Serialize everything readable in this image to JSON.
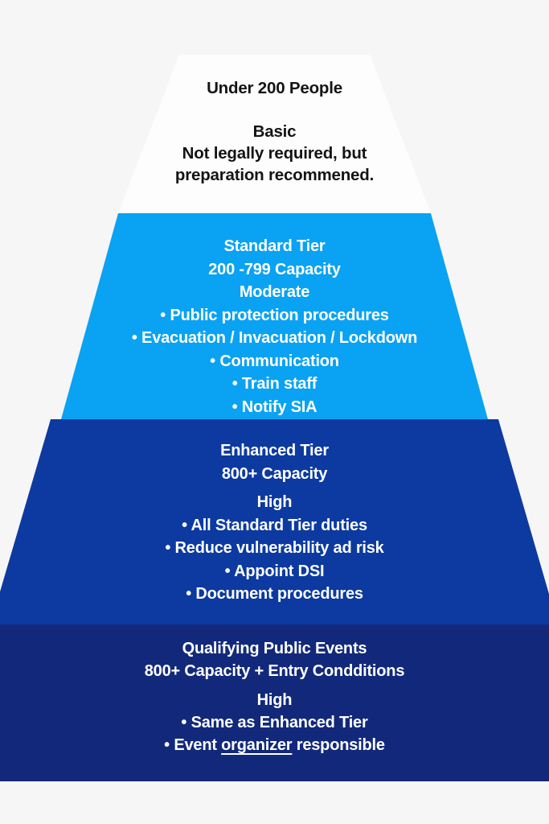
{
  "diagram": {
    "title_semantic": "event-capacity-tier-pyramid",
    "background_color": "#f6f6f6",
    "tiers": [
      {
        "id": "basic",
        "fill": "#fdfdfd",
        "text_color": "#141414",
        "capacity": "Under 200 People",
        "tier_name": "Basic",
        "lines": [
          "Under 200 People",
          "Basic",
          "Not legally required, but",
          "preparation recommened."
        ]
      },
      {
        "id": "standard",
        "fill": "#0aa2f3",
        "text_color": "#ffffff",
        "tier_name": "Standard Tier",
        "capacity": "200 -799 Capacity",
        "risk_level": "Moderate",
        "bullets": [
          "• Public protection procedures",
          "• Evacuation / Invacuation / Lockdown",
          "• Communication",
          "• Train staff",
          "• Notify SIA"
        ]
      },
      {
        "id": "enhanced",
        "fill": "#0c3aa0",
        "text_color": "#ffffff",
        "tier_name": "Enhanced Tier",
        "capacity": "800+ Capacity",
        "risk_level": "High",
        "bullets": [
          "• All Standard Tier duties",
          "• Reduce vulnerability ad risk",
          "• Appoint DSI",
          "• Document procedures"
        ]
      },
      {
        "id": "qualifying-public-events",
        "fill": "#12297b",
        "text_color": "#ffffff",
        "tier_name": "Qualifying Public Events",
        "capacity": "800+ Capacity + Entry Condditions",
        "risk_level": "High",
        "bullets": [
          "• Same as Enhanced Tier"
        ],
        "last_bullet": {
          "prefix": "• Event ",
          "underlined": "organizer",
          "suffix": " responsible"
        }
      }
    ]
  }
}
